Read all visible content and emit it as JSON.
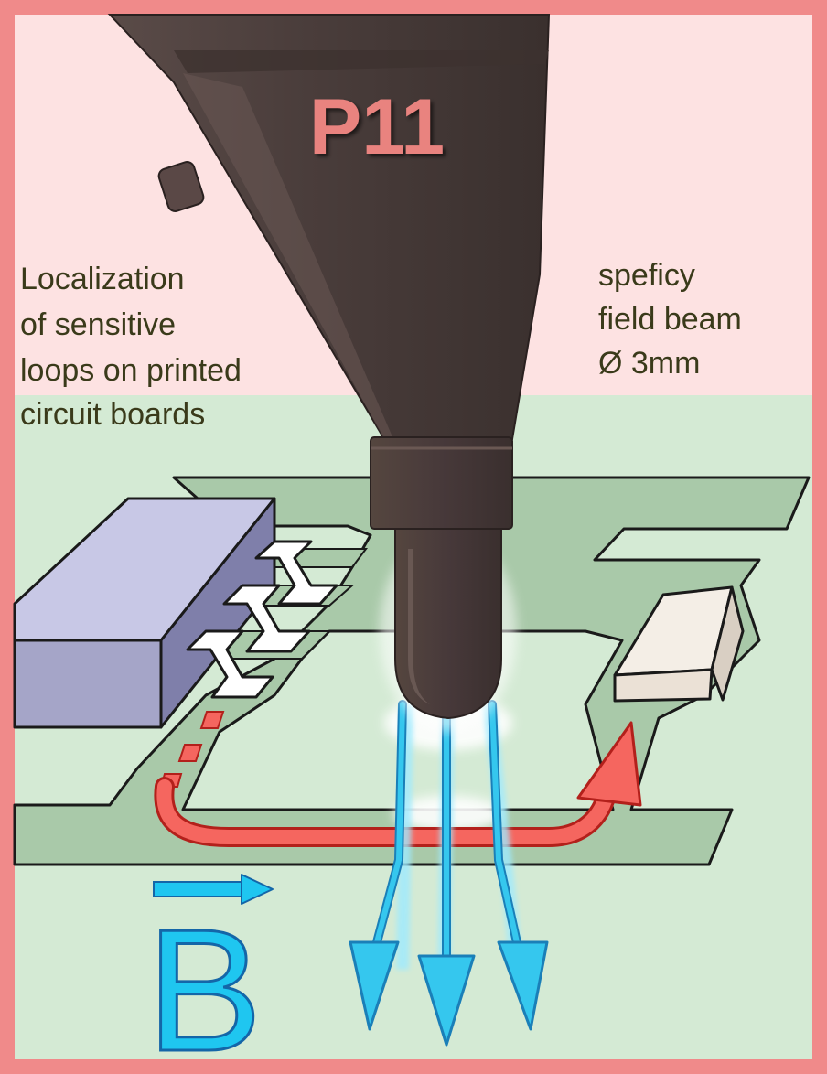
{
  "probe": {
    "label": "P11"
  },
  "annotations": {
    "left_lines": [
      "Localization",
      "of sensitive",
      "loops on printed",
      "circuit boards"
    ],
    "right_lines": [
      "speficy",
      "field beam",
      "Ø 3mm"
    ]
  },
  "field": {
    "vector_letter": "B"
  },
  "colors": {
    "border": "#f08a8a",
    "top_background": "#fde2e2",
    "bottom_background": "#d4ead4",
    "pcb": "#a9c9a9",
    "chip_top": "#c8c8e6",
    "chip_front": "#a5a5c8",
    "chip_side": "#7f7faa",
    "probe": "#4a3f3d",
    "label": "#e9837f",
    "text": "#3a3a1a",
    "field_lines": "#35c7ee",
    "current_arrow": "#f5665f",
    "vector": "#1fc6f0"
  }
}
